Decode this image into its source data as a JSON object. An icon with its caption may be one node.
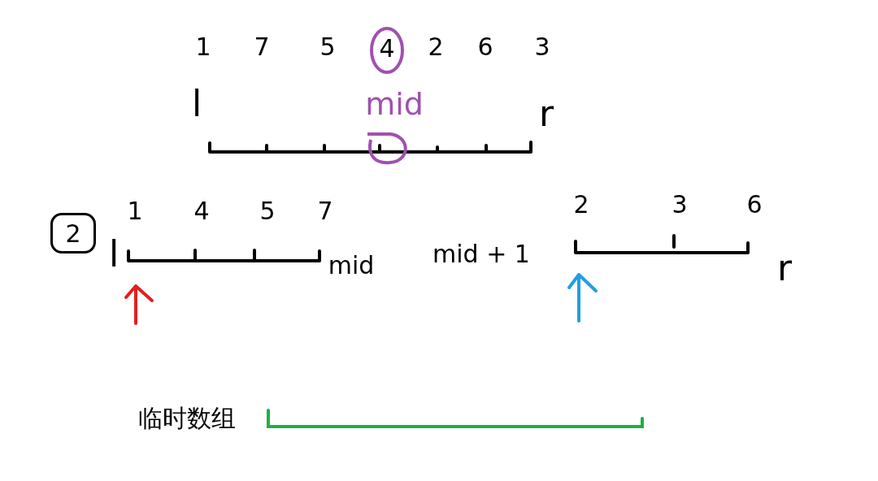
{
  "diagram": {
    "nodes": [
      {
        "text": [
          "2"
        ]
      }
    ],
    "edges": [],
    "labels": [
      "1",
      "7",
      "5",
      "4",
      "2",
      "6",
      "3",
      "l",
      "mid",
      "r",
      "1",
      "4",
      "5",
      "7",
      "l",
      "mid",
      "mid + 1",
      "2",
      "3",
      "6",
      "r",
      "临时数组"
    ]
  }
}
